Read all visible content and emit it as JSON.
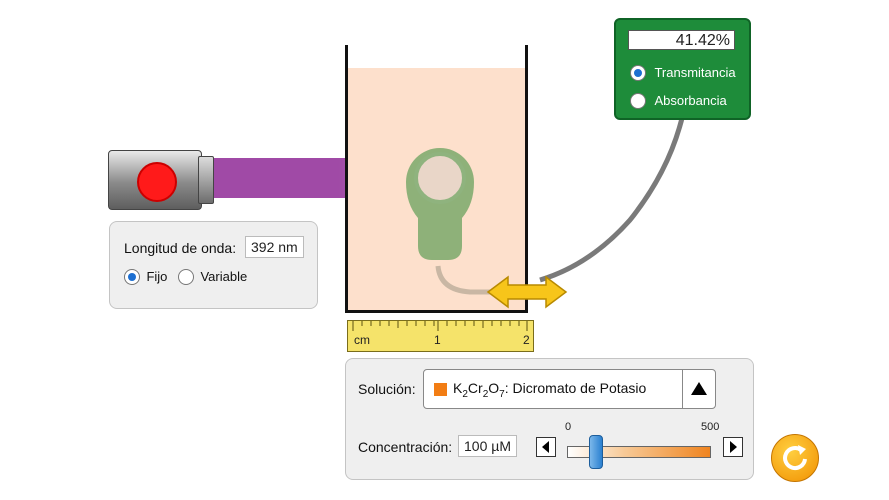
{
  "meter": {
    "reading": "41.42%",
    "options": [
      {
        "label": "Transmitancia",
        "selected": true
      },
      {
        "label": "Absorbancia",
        "selected": false
      }
    ]
  },
  "wavelength": {
    "label": "Longitud de onda:",
    "value": "392 nm",
    "modes": [
      {
        "label": "Fijo",
        "selected": true
      },
      {
        "label": "Variable",
        "selected": false
      }
    ]
  },
  "ruler": {
    "unit": "cm",
    "ticks": [
      "1",
      "2"
    ]
  },
  "solution": {
    "label": "Solución:",
    "formula": {
      "k": "K",
      "k_sub": "2",
      "cr": "Cr",
      "cr_sub": "2",
      "o": "O",
      "o_sub": "7"
    },
    "name": ": Dicromato de Potasio",
    "swatch_color": "#f27d14"
  },
  "concentration": {
    "label": "Concentración:",
    "value": "100 µM",
    "min": "0",
    "max": "500",
    "fraction": 0.2
  },
  "colors": {
    "beam": "#a04aa6",
    "solution": "#fde0cc",
    "meter": "#1e8c3a",
    "ruler": "#f5e36a"
  }
}
